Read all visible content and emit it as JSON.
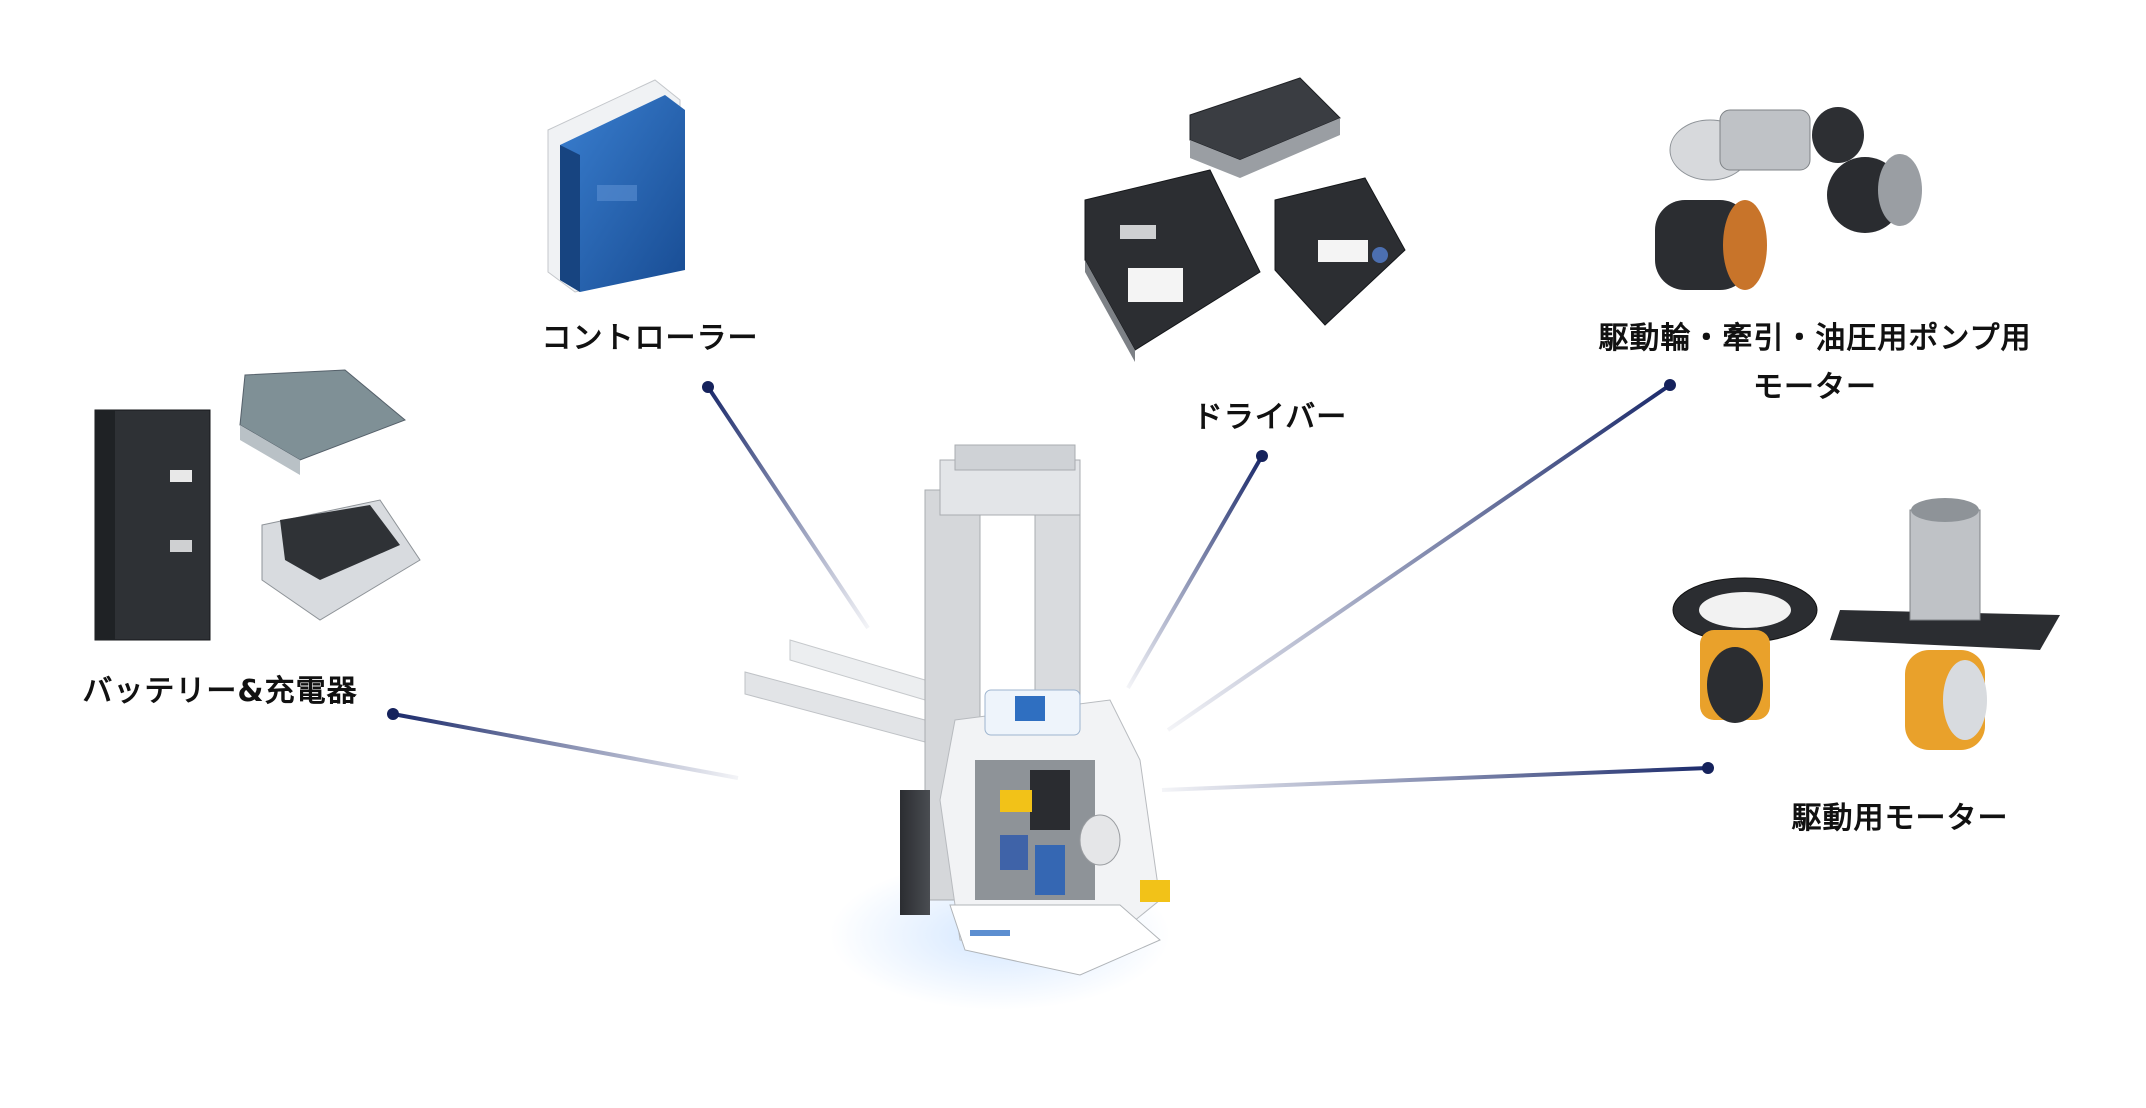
{
  "labels": {
    "controller": "コントローラー",
    "driver": "ドライバー",
    "battery_charger": "バッテリー&充電器",
    "pump_motor_line1": "駆動輪・牽引・油圧用ポンプ用",
    "pump_motor_line2": "モーター",
    "drive_motor": "駆動用モーター"
  },
  "colors": {
    "line_dark": "#1b2a6b",
    "dot": "#15225c",
    "machine_frame": "#d6d8dc",
    "controller_blue": "#1f5fae",
    "wheel_orange": "#e79a1e"
  },
  "icons": [
    "forklift-illustration",
    "controller-image",
    "driver-images",
    "battery-charger-images",
    "pump-motor-images",
    "drive-motor-images"
  ]
}
